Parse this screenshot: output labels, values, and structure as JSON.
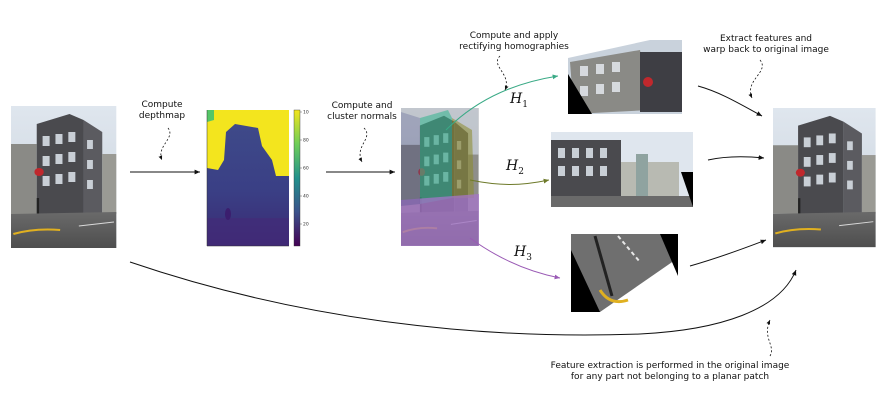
{
  "labels": {
    "compute_depthmap": "Compute\ndepthmap",
    "compute_cluster": "Compute and\ncluster normals",
    "compute_homographies": "Compute and apply\nrectifying homographies",
    "extract_features": "Extract features and\nwarp back to original image",
    "bottom_note": "Feature extraction is performed in the original image\nfor any part not belonging to a planar patch"
  },
  "homographies": [
    {
      "symbol": "H",
      "index": "1",
      "color": "#3aaa86"
    },
    {
      "symbol": "H",
      "index": "2",
      "color": "#6e7a2a"
    },
    {
      "symbol": "H",
      "index": "3",
      "color": "#9a5ab5"
    }
  ],
  "colorbar_ticks": [
    "10",
    "80",
    "60",
    "40",
    "20"
  ],
  "colors": {
    "depth_far": "#f3e51e",
    "depth_near": "#3b2a73",
    "cluster_green": "#2fb58e",
    "cluster_olive": "#8a8a2a",
    "cluster_purple": "#a574c9"
  }
}
